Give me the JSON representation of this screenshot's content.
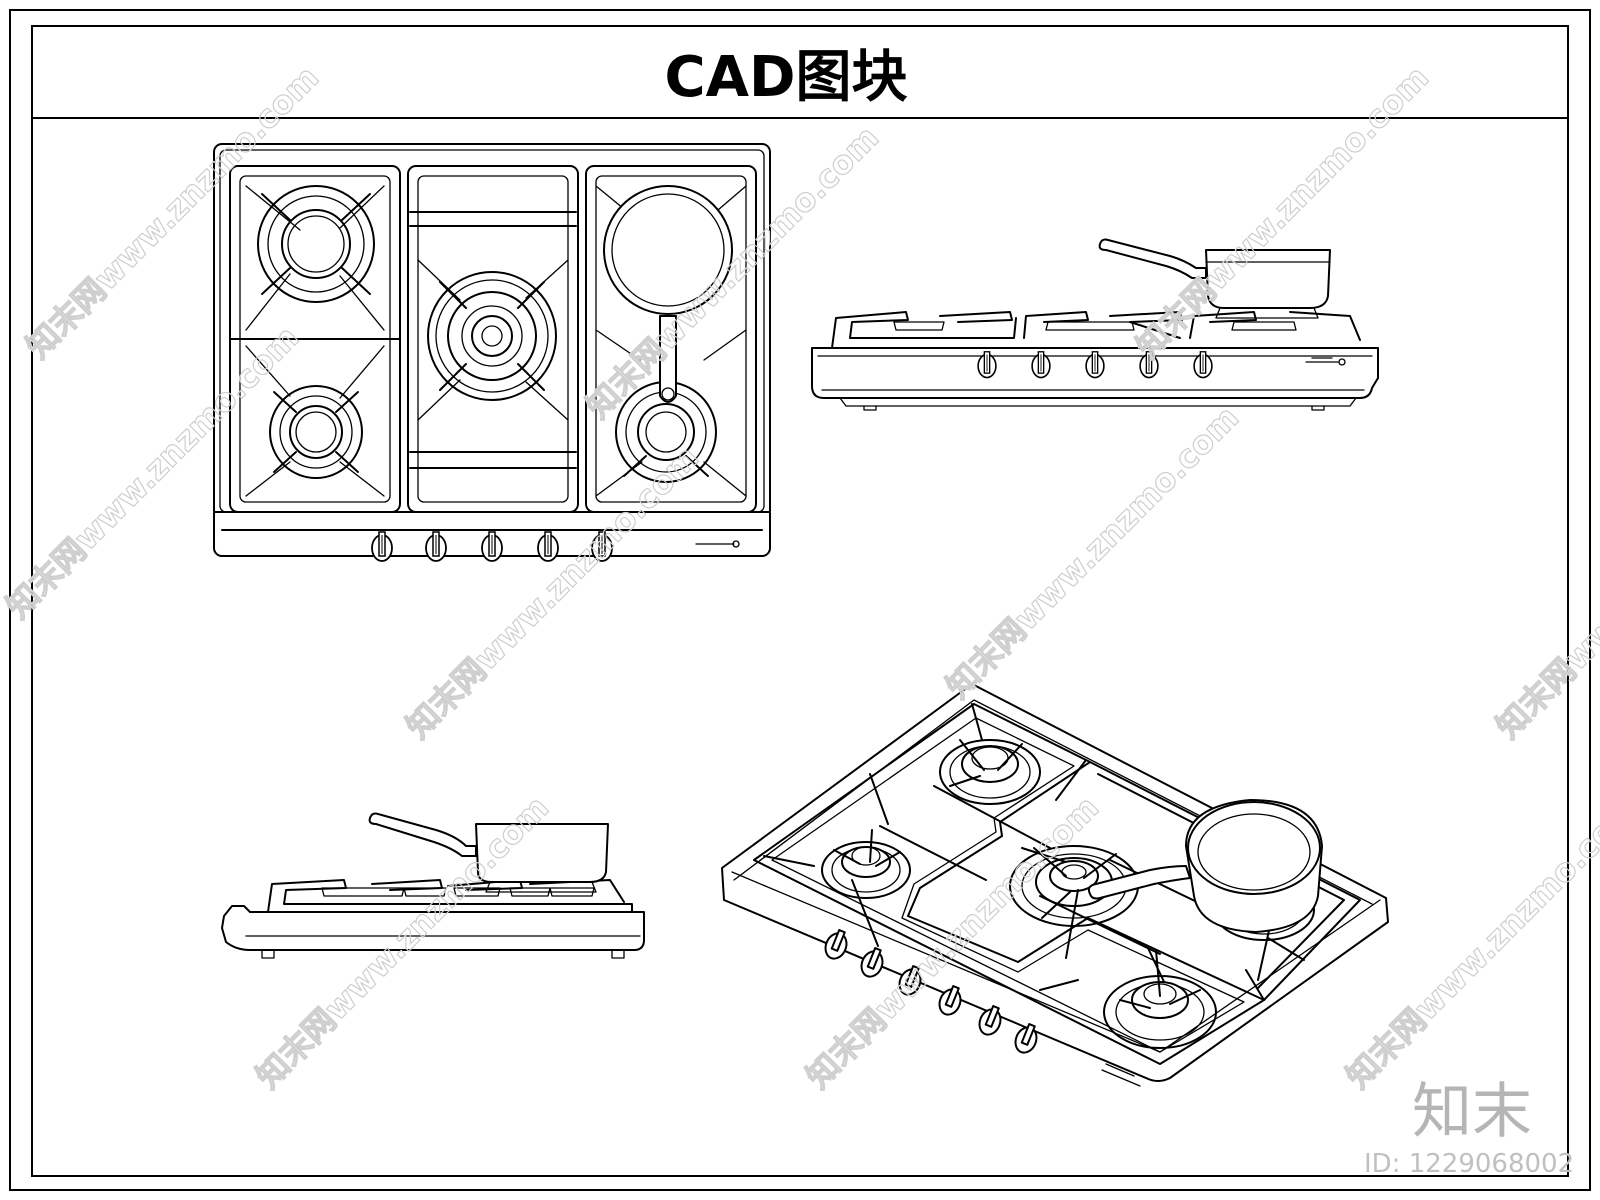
{
  "drawing": {
    "title": "CAD图块"
  },
  "watermark": {
    "text": "知末网www.znzmo.com"
  },
  "brand": {
    "logo": "知末",
    "id_label": "ID: 1229068002"
  },
  "views": [
    {
      "id": "top-view"
    },
    {
      "id": "front-view"
    },
    {
      "id": "side-view"
    },
    {
      "id": "iso-view"
    }
  ],
  "cooktop": {
    "knob_count": 5,
    "burner_count": 5
  }
}
